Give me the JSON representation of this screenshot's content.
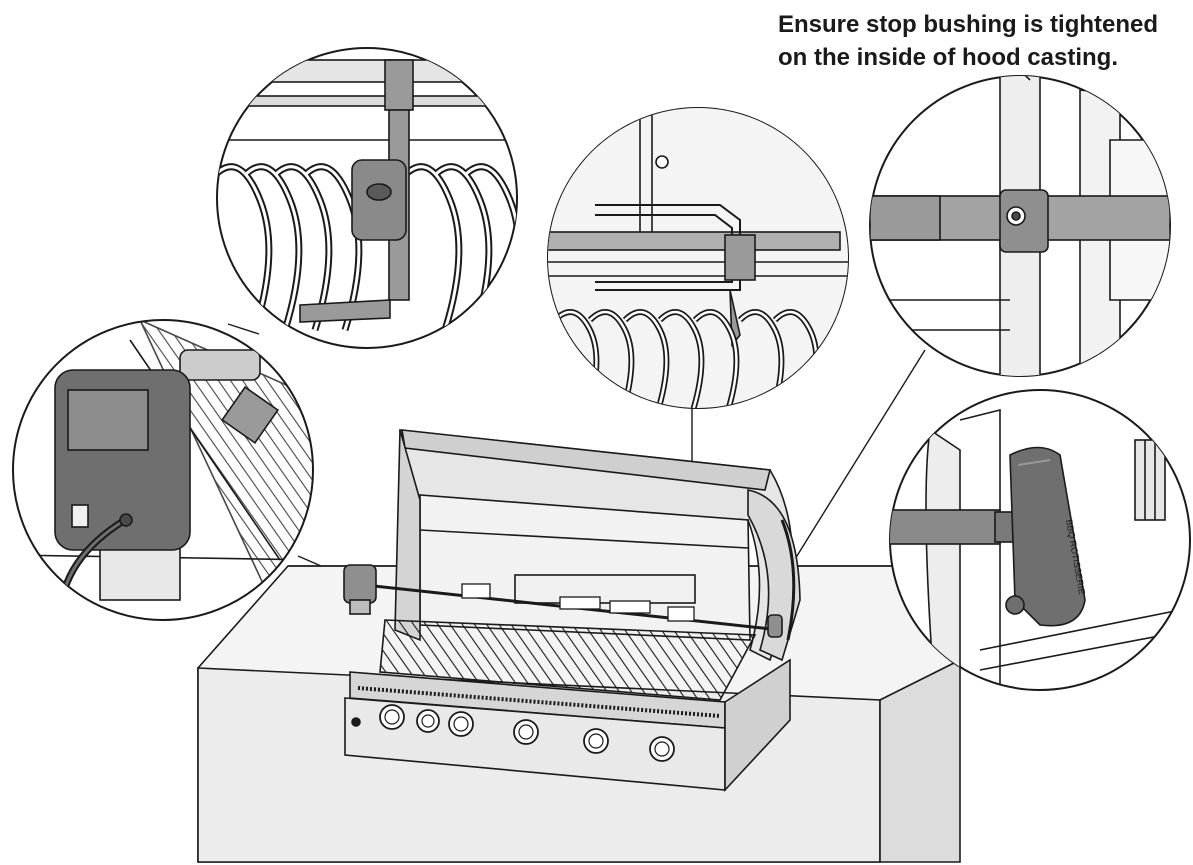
{
  "caption": {
    "line1": "Ensure stop bushing is tightened",
    "line2": "on the inside of hood casting."
  },
  "colors": {
    "line": "#1a1a1a",
    "steel_light": "#e6e6e6",
    "steel_mid": "#bdbdbd",
    "steel_dark": "#8c8c8c",
    "motor_dark": "#6f6f6f",
    "island": "#ececec",
    "background": "#ffffff"
  },
  "knob_label": "BBQ ROTISSERIE"
}
